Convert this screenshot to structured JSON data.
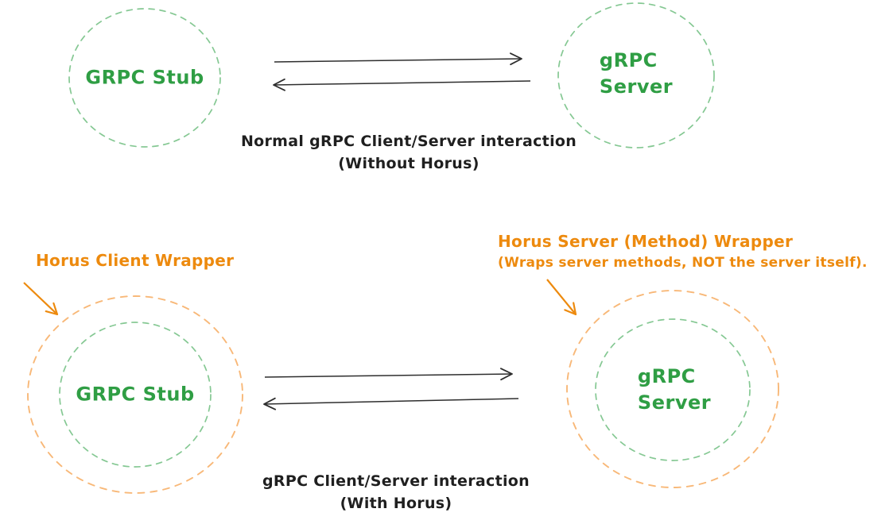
{
  "palette": {
    "green_text": "#2f9e44",
    "green_dash": "#85c893",
    "orange_text": "#ed8a0e",
    "orange_dash": "#f8b878",
    "ink": "#1f1f1f",
    "arrow_dark": "#2e2e2e",
    "background": "#ffffff"
  },
  "top_section": {
    "stub_label": "GRPC Stub",
    "server_label": "gRPC\nServer",
    "caption": {
      "line1": "Normal gRPC Client/Server interaction",
      "line2": "(Without Horus)"
    }
  },
  "bottom_section": {
    "stub_label": "GRPC Stub",
    "server_label": "gRPC\nServer",
    "client_wrapper_label": "Horus Client Wrapper",
    "server_wrapper_label": {
      "line1": "Horus Server (Method) Wrapper",
      "line2": "(Wraps server methods, NOT the server itself)."
    },
    "caption": {
      "line1": "gRPC Client/Server interaction",
      "line2": "(With Horus)"
    }
  }
}
